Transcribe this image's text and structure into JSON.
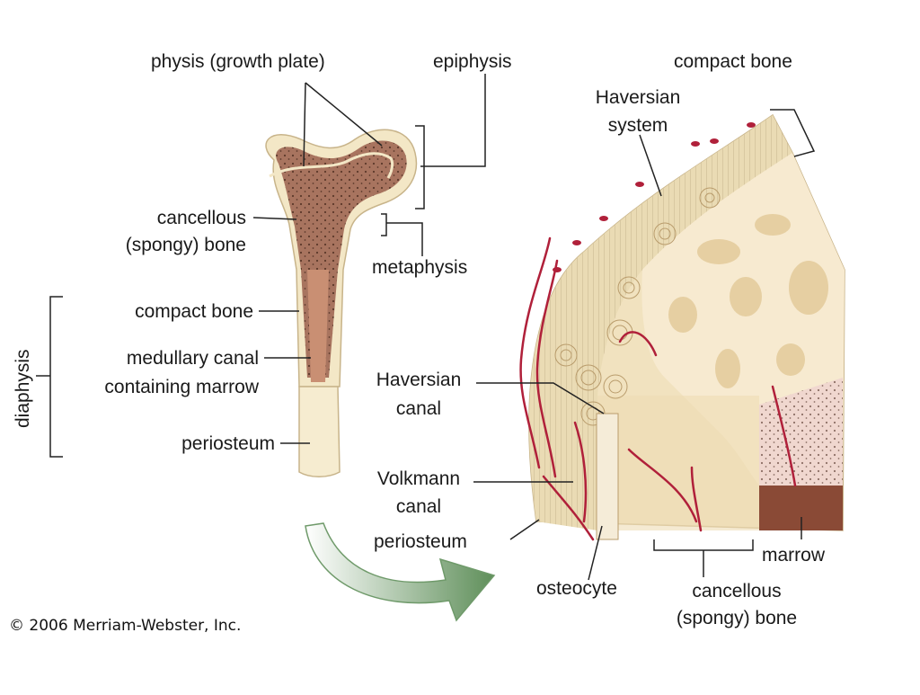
{
  "labels": {
    "physis": "physis (growth plate)",
    "epiphysis": "epiphysis",
    "cancellous_left_1": "cancellous",
    "cancellous_left_2": "(spongy) bone",
    "metaphysis": "metaphysis",
    "compact_bone_left": "compact bone",
    "medullary_1": "medullary canal",
    "medullary_2": "containing marrow",
    "periosteum_left": "periosteum",
    "diaphysis": "diaphysis",
    "compact_bone_right": "compact bone",
    "haversian_system_1": "Haversian",
    "haversian_system_2": "system",
    "haversian_canal_1": "Haversian",
    "haversian_canal_2": "canal",
    "volkmann_1": "Volkmann",
    "volkmann_2": "canal",
    "periosteum_right": "periosteum",
    "osteocyte": "osteocyte",
    "marrow": "marrow",
    "cancellous_right_1": "cancellous",
    "cancellous_right_2": "(spongy) bone"
  },
  "copyright": "© 2006 Merriam-Webster, Inc.",
  "colors": {
    "bone_outer": "#f3e7c6",
    "cancellous_fill": "#a8745f",
    "medullary": "#c98f73",
    "vessel": "#b0203a",
    "arrow": "#6f9a6a",
    "marrow_dark": "#8a4a36",
    "lines": "#222222"
  }
}
